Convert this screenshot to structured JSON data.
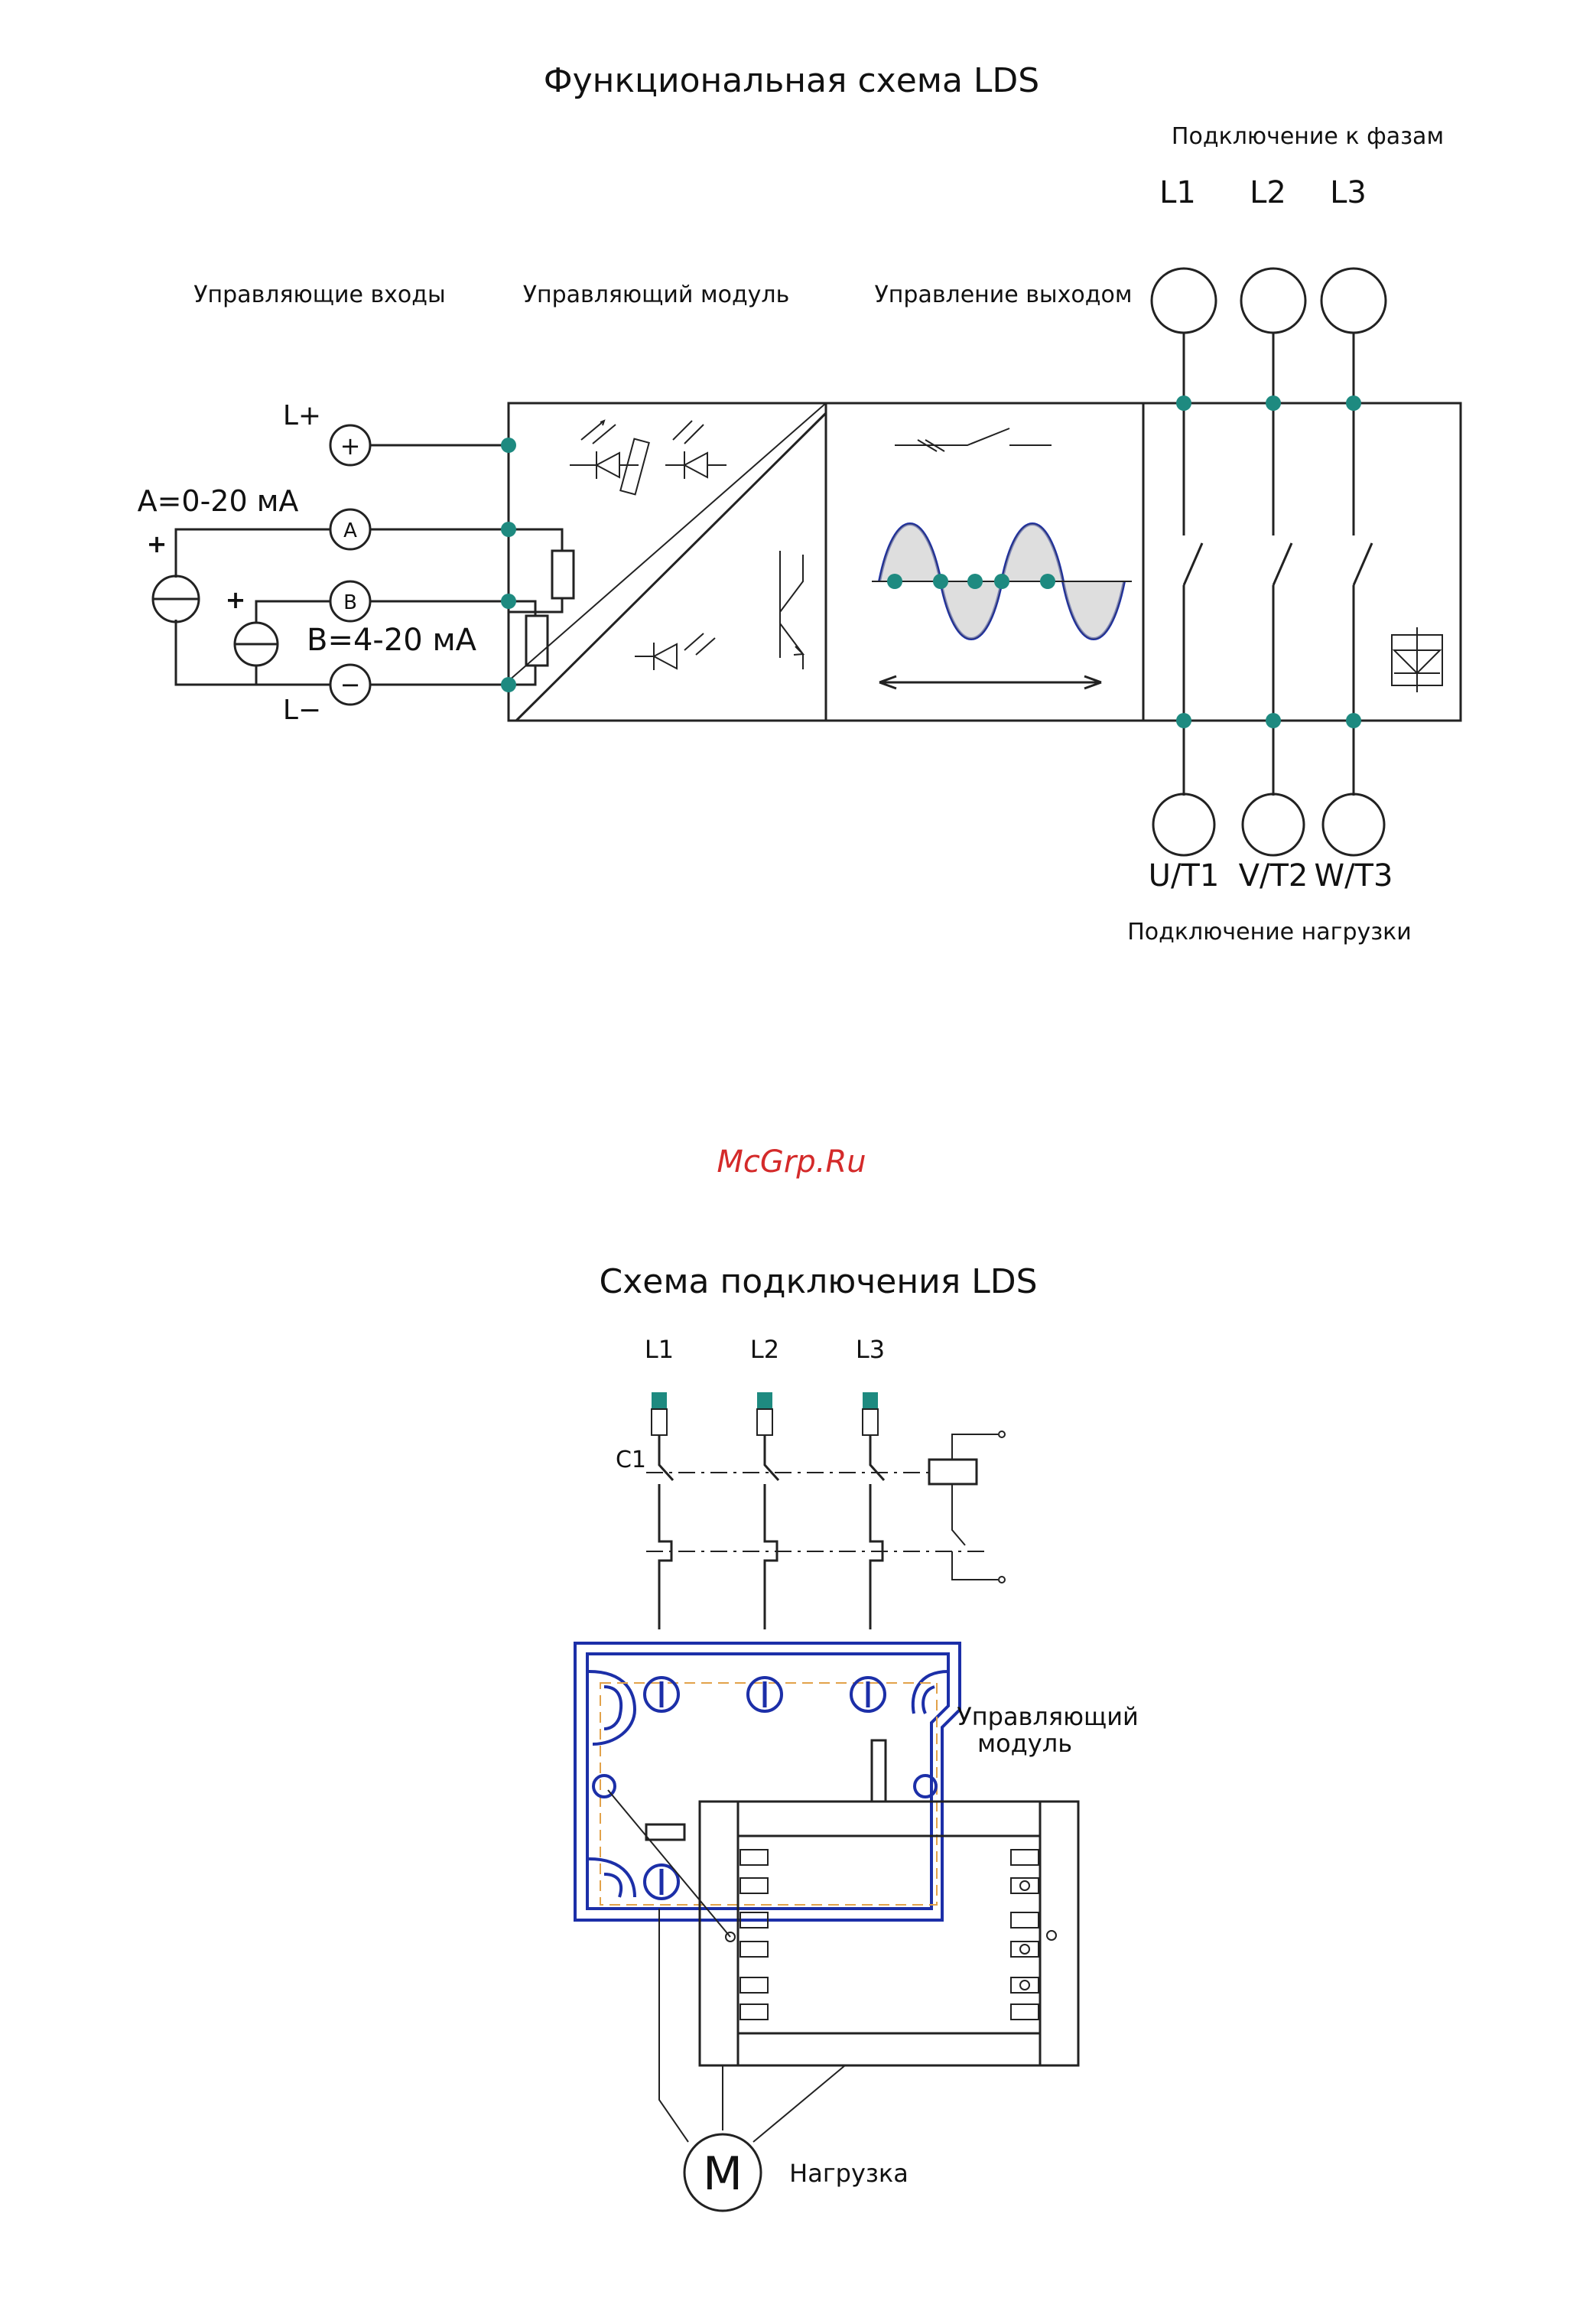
{
  "top": {
    "title": "Функциональная схема LDS",
    "phase_connection": "Подключение к фазам",
    "phases": [
      "L1",
      "L2",
      "L3"
    ],
    "control_inputs": "Управляющие входы",
    "control_module": "Управляющий модуль",
    "output_control": "Управление выходом",
    "l_plus": "L+",
    "l_minus": "L−",
    "input_a_range": "A=0-20 мА",
    "input_b_range": "B=4-20 мА",
    "terminal_plus": "+",
    "terminal_a": "A",
    "terminal_b": "B",
    "terminal_minus": "−",
    "src_plus": "+",
    "outputs": [
      "U/T1",
      "V/T2",
      "W/T3"
    ],
    "load_connection": "Подключение нагрузки"
  },
  "watermark": "McGrp.Ru",
  "bottom": {
    "title": "Схема подключения LDS",
    "phases": [
      "L1",
      "L2",
      "L3"
    ],
    "contactor": "C1",
    "module_label_1": "Управляющий",
    "module_label_2": "модуль",
    "motor": "M",
    "load": "Нагрузка"
  }
}
